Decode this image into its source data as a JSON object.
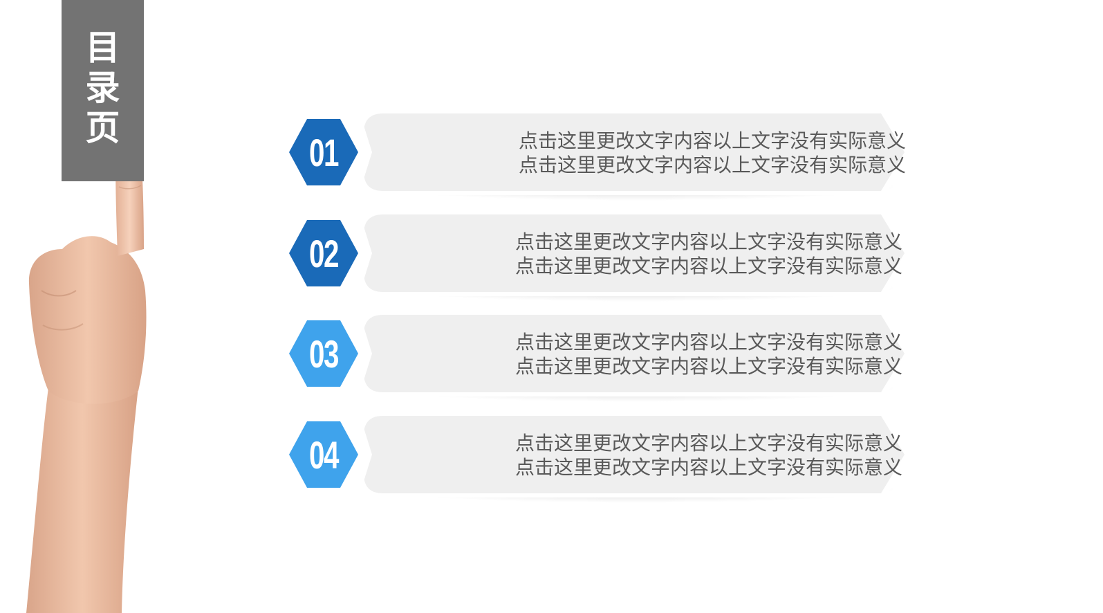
{
  "title": {
    "chars": [
      "目",
      "录",
      "页"
    ],
    "background": "#737373"
  },
  "items": [
    {
      "number": "01",
      "line1": "点击这里更改文字内容以上文字没有实际意义",
      "line2": "点击这里更改文字内容以上文字没有实际意义",
      "color": "#1a6ab8"
    },
    {
      "number": "02",
      "line1": "点击这里更改文字内容以上文字没有实际意义",
      "line2": "点击这里更改文字内容以上文字没有实际意义",
      "color": "#1a6ab8"
    },
    {
      "number": "03",
      "line1": "点击这里更改文字内容以上文字没有实际意义",
      "line2": "点击这里更改文字内容以上文字没有实际意义",
      "color": "#3fa3ec"
    },
    {
      "number": "04",
      "line1": "点击这里更改文字内容以上文字没有实际意义",
      "line2": "点击这里更改文字内容以上文字没有实际意义",
      "color": "#3fa3ec"
    }
  ],
  "colors": {
    "plate": "#f0f0f0",
    "plate_border": "#ffffff",
    "text": "#595959"
  }
}
